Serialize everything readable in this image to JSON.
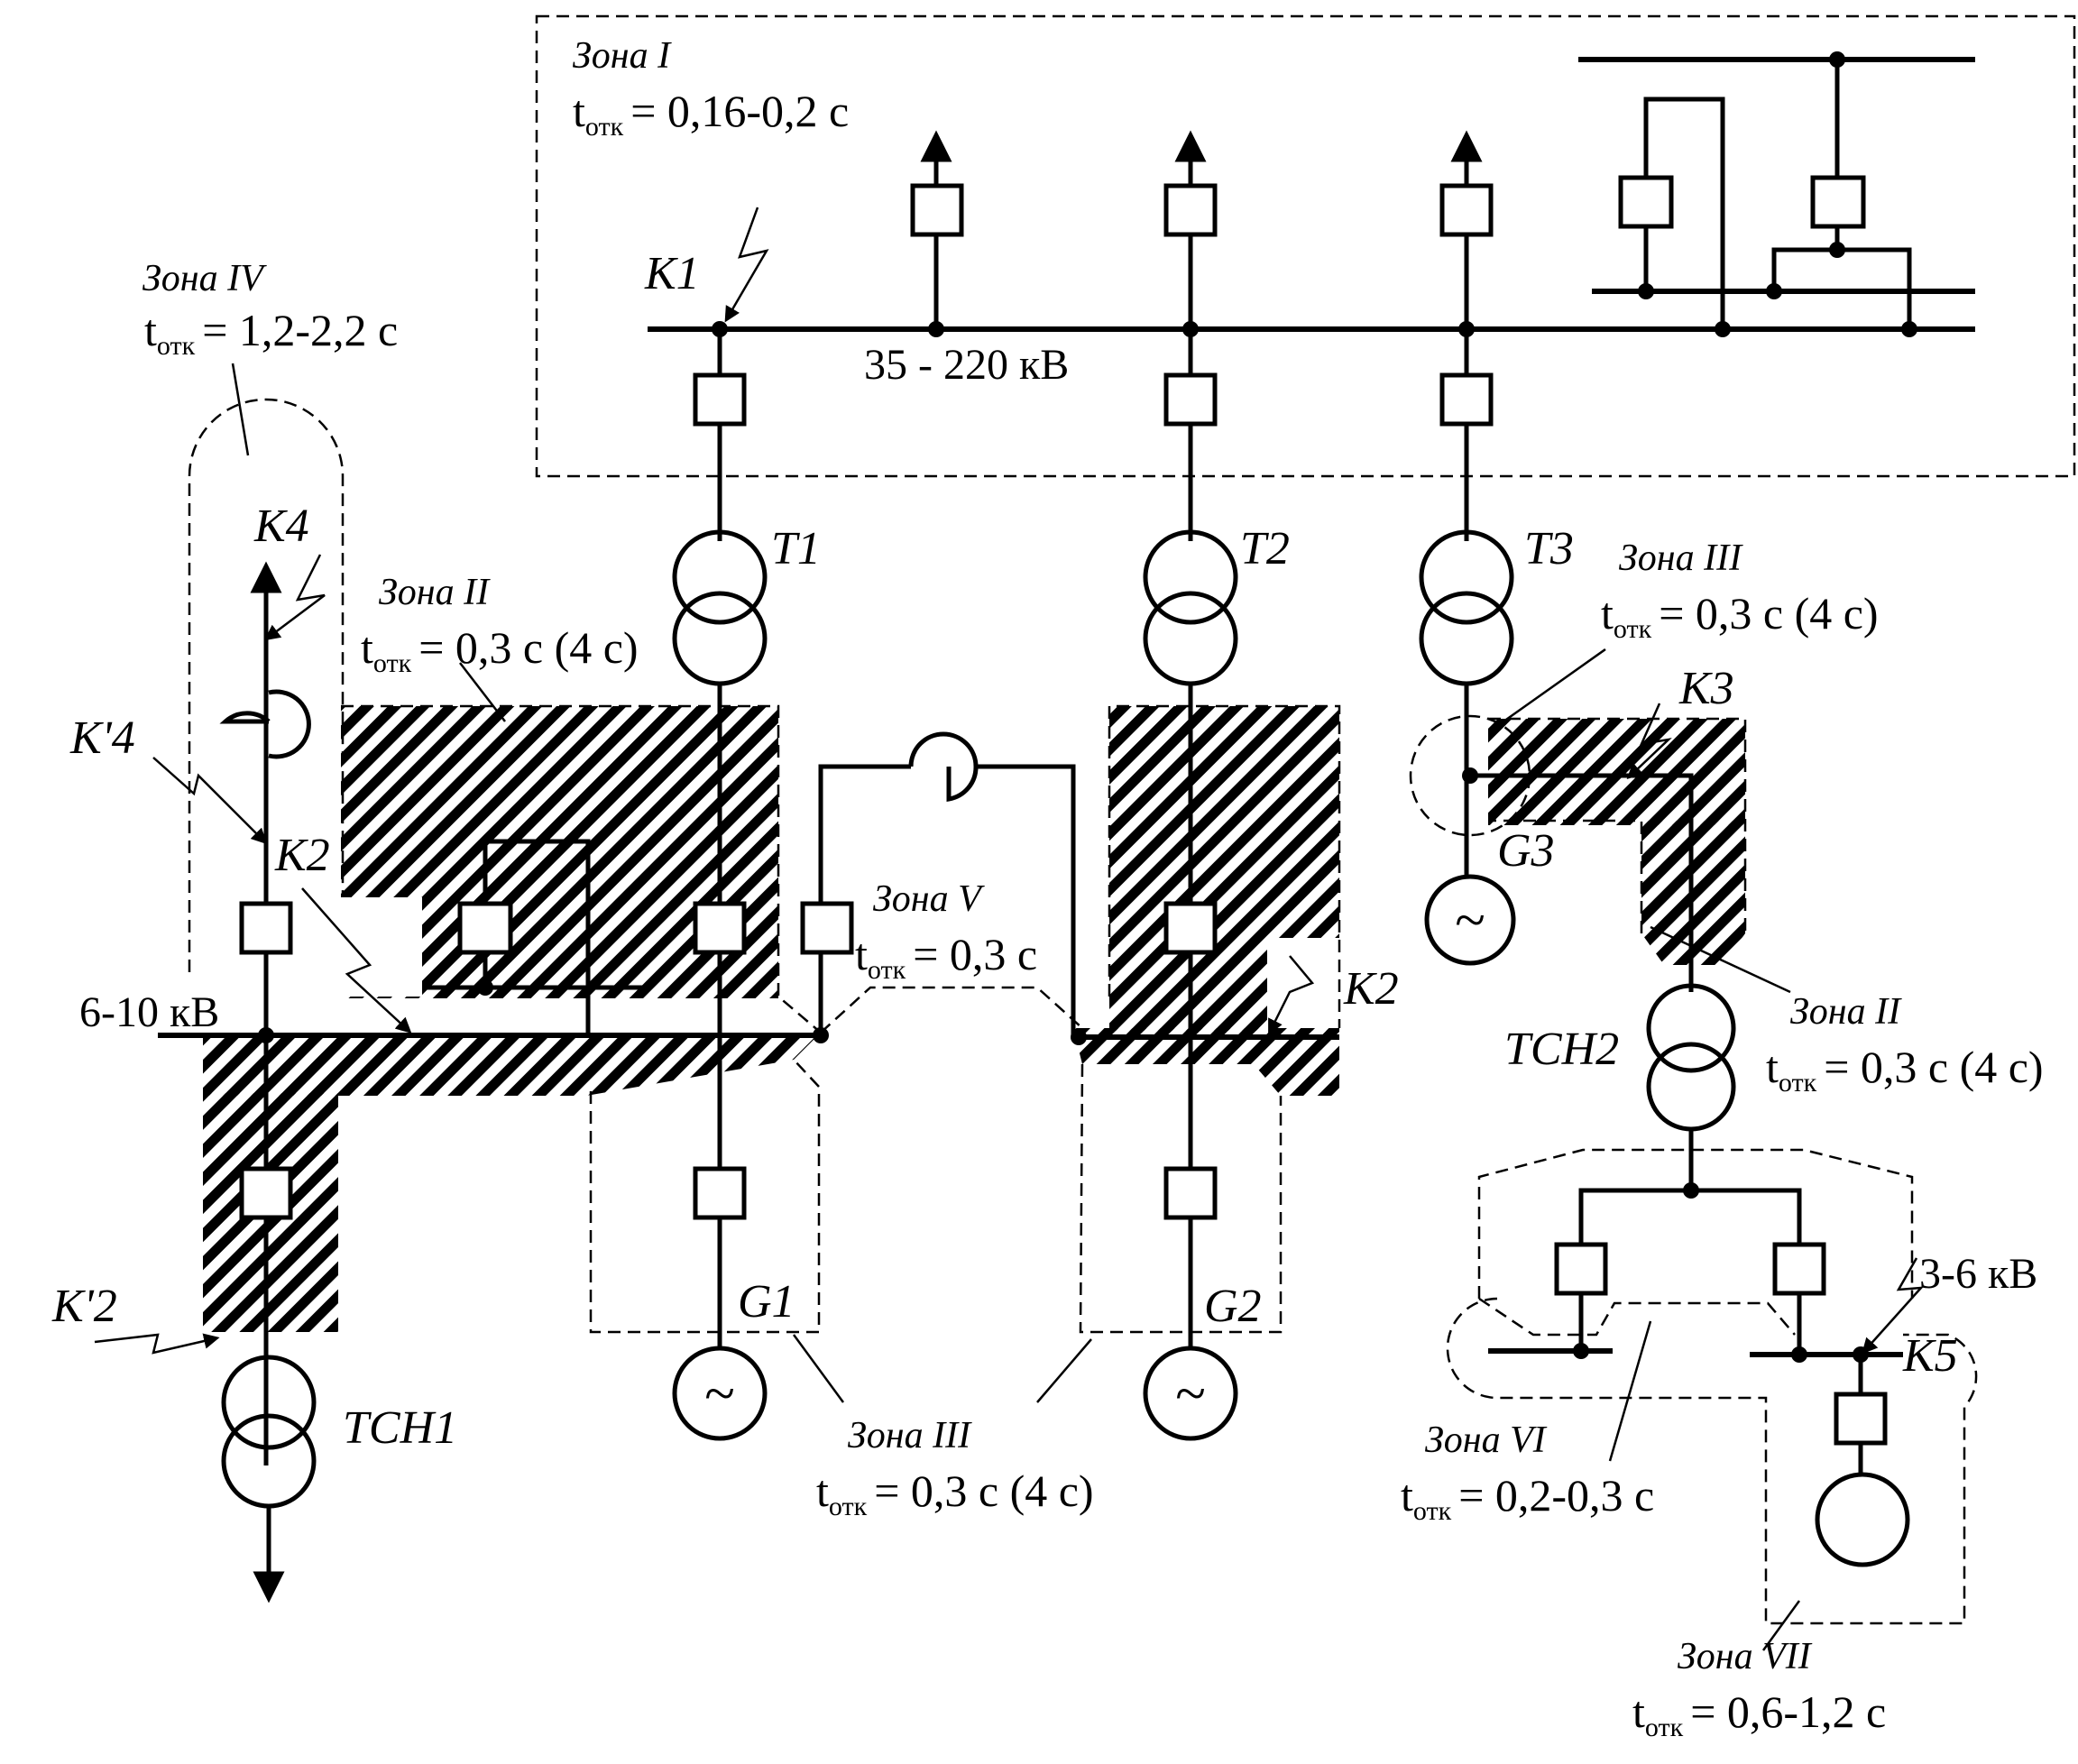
{
  "zones": {
    "z1": {
      "name": "Зона I",
      "t_sym": "t",
      "t_sub": "отк",
      "t_val": "= 0,16-0,2 с"
    },
    "z2a": {
      "name": "Зона II",
      "t_sym": "t",
      "t_sub": "отк",
      "t_val": "= 0,3 с (4 с)"
    },
    "z2b": {
      "name": "Зона II",
      "t_sym": "t",
      "t_sub": "отк",
      "t_val": "= 0,3 с (4 с)"
    },
    "z3a": {
      "name": "Зона III",
      "t_sym": "t",
      "t_sub": "отк",
      "t_val": "= 0,3 с (4 с)"
    },
    "z3b": {
      "name": "Зона III",
      "t_sym": "t",
      "t_sub": "отк",
      "t_val": "= 0,3 с (4 с)"
    },
    "z4": {
      "name": "Зона IV",
      "t_sym": "t",
      "t_sub": "отк",
      "t_val": "= 1,2-2,2 с"
    },
    "z5": {
      "name": "Зона V",
      "t_sym": "t",
      "t_sub": "отк",
      "t_val": "= 0,3 с"
    },
    "z6": {
      "name": "Зона VI",
      "t_sym": "t",
      "t_sub": "отк",
      "t_val": "= 0,2-0,3 с"
    },
    "z7": {
      "name": "Зона VII",
      "t_sym": "t",
      "t_sub": "отк",
      "t_val": "= 0,6-1,2 с"
    }
  },
  "voltages": {
    "hv": "35 - 220 кВ",
    "gen": "6-10 кВ",
    "aux": "3-6 кВ"
  },
  "equipment": {
    "t1": "T1",
    "t2": "T2",
    "t3": "T3",
    "g1": "G1",
    "g2": "G2",
    "g3": "G3",
    "tsn1": "ТСН1",
    "tsn2": "ТСН2",
    "gen_symbol": "~"
  },
  "faults": {
    "k1": "K1",
    "k2a": "K2",
    "k2b": "K2",
    "k2p": "K'2",
    "k3": "K3",
    "k4": "K4",
    "k4p": "K'4",
    "k5": "K5"
  }
}
